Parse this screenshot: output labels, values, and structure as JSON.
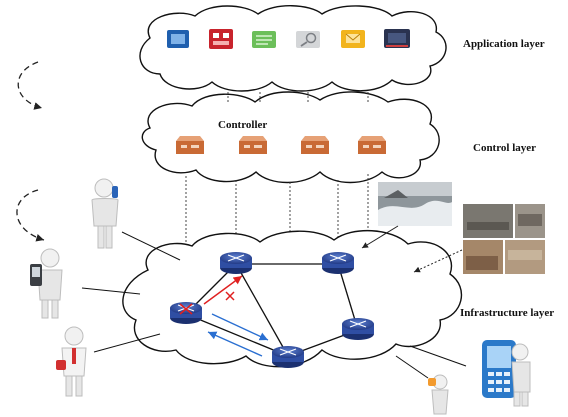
{
  "layers": {
    "application": "Application layer",
    "control": "Control layer",
    "infrastructure": "Infrastructure layer"
  },
  "controller_title": "Controller",
  "icons": {
    "app_icons": [
      "monitor-app-icon",
      "security-app-icon",
      "document-app-icon",
      "search-app-icon",
      "mail-app-icon",
      "screen-app-icon"
    ],
    "controllers": [
      "controller-device-icon",
      "controller-device-icon",
      "controller-device-icon",
      "controller-device-icon"
    ],
    "switches": [
      "router-switch-icon"
    ],
    "users": [
      "person-phone-icon",
      "person-mobile-icon",
      "person-calling-icon",
      "phone-user-icon"
    ],
    "photos": [
      "flood-photo",
      "disaster-photos"
    ]
  },
  "colors": {
    "switch": "#2f4ea3",
    "controller": "#c96a35",
    "red_arrow": "#e02020",
    "blue_arrow": "#2a6fd1"
  }
}
